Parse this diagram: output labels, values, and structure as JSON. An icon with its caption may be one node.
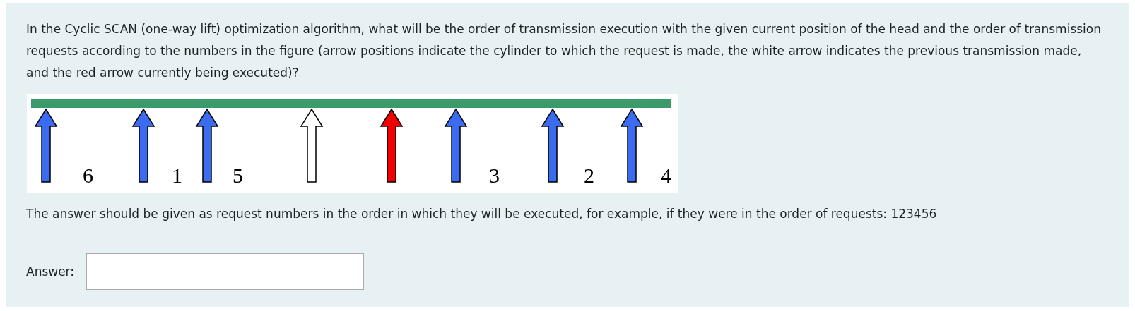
{
  "diagram": {
    "title": "In the Cyclic SCAN (one-way lift) optimization algorithm, what will be the order of transmission execution with the given current position of the head and the order of transmission requests according to the numbers in the figure (arrow positions indicate the cylinder to which the request is made, the white arrow indicates the previous transmission made, and the red arrow currently being executed)?",
    "labels": [
      "6",
      "1",
      "5",
      "3",
      "2",
      "4",
      "The answer should be given as request numbers in the order in which they will be executed, for example, if they were in the order of requests: 123456",
      "Answer:"
    ]
  }
}
